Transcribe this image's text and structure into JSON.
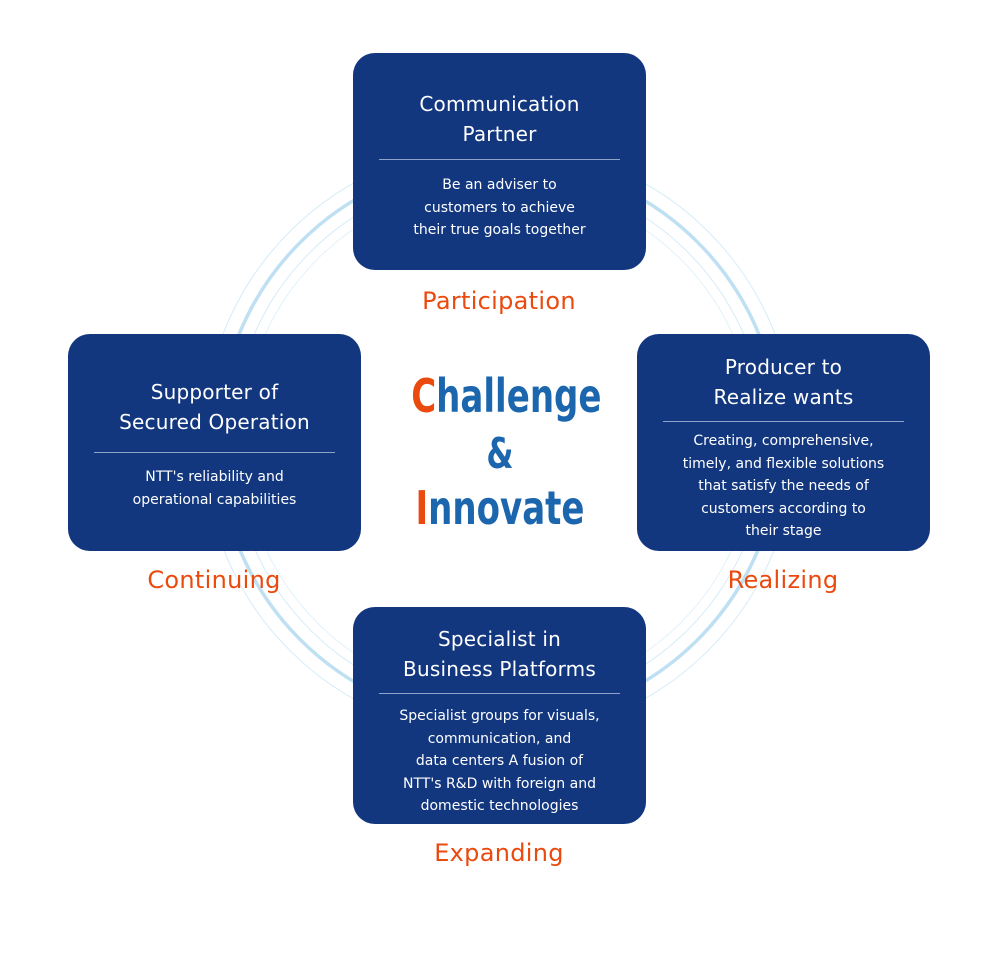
{
  "center": {
    "line1": {
      "initial": "C",
      "rest": "hallenge"
    },
    "ampersand": "&",
    "line2": {
      "initial": "I",
      "rest": "nnovate"
    }
  },
  "cards": {
    "top": {
      "title_lines": [
        "Communication",
        "Partner"
      ],
      "desc_lines": [
        "Be an adviser to",
        "customers to achieve",
        "their true goals together"
      ],
      "phase": "Participation"
    },
    "left": {
      "title_lines": [
        "Supporter of",
        "Secured Operation"
      ],
      "desc_lines": [
        "NTT's reliability and",
        "operational capabilities"
      ],
      "phase": "Continuing"
    },
    "right": {
      "title_lines": [
        "Producer to",
        "Realize wants"
      ],
      "desc_lines": [
        "Creating, comprehensive,",
        "timely, and flexible solutions",
        "that satisfy the needs of",
        "customers according to",
        "their stage"
      ],
      "phase": "Realizing"
    },
    "bottom": {
      "title_lines": [
        "Specialist in",
        "Business Platforms"
      ],
      "desc_lines": [
        "Specialist groups for visuals,",
        "communication, and",
        "data centers A fusion of",
        "NTT's R&D with foreign and",
        "domestic technologies"
      ],
      "phase": "Expanding"
    }
  },
  "colors": {
    "card_fill": "#12377f",
    "phase_text": "#eb4a0f",
    "center_text": "#1b66ad",
    "ring": "#bfe0f3"
  }
}
